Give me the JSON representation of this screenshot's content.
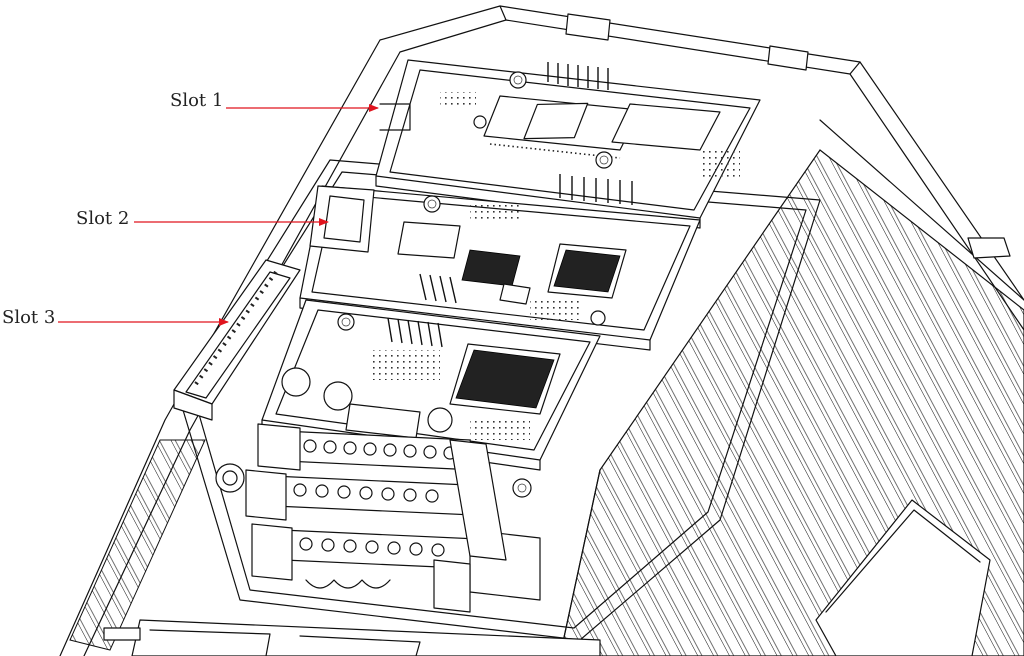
{
  "callouts": [
    {
      "label": "Slot 1"
    },
    {
      "label": "Slot 2"
    },
    {
      "label": "Slot 3"
    }
  ],
  "colors": {
    "arrow": "#e0141e",
    "line": "#111111",
    "background": "#ffffff"
  }
}
